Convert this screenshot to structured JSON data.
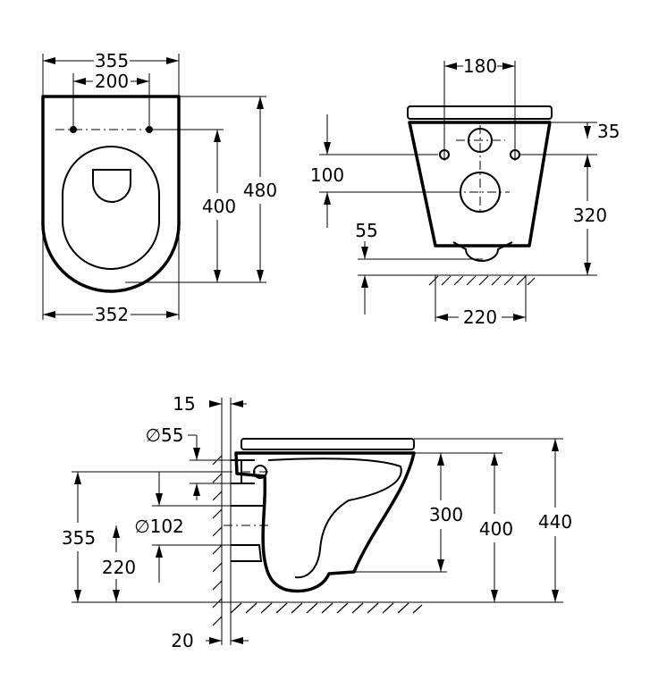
{
  "top_view": {
    "width_outer": "355",
    "hole_spacing": "200",
    "width_bottom": "352",
    "length_to_holes": "400",
    "length_total": "480"
  },
  "front_view": {
    "hole_spacing": "180",
    "offset_holes": "35",
    "offset_drain": "100",
    "height_to_holes": "320",
    "outlet_height": "55",
    "base_width": "220"
  },
  "side_view": {
    "wall_offset_top": "15",
    "inlet_diameter": "∅55",
    "outlet_diameter": "∅102",
    "inlet_height": "355",
    "outlet_height": "220",
    "wall_offset_bottom": "20",
    "bowl_height": "300",
    "height_to_seat": "400",
    "height_total": "440"
  }
}
